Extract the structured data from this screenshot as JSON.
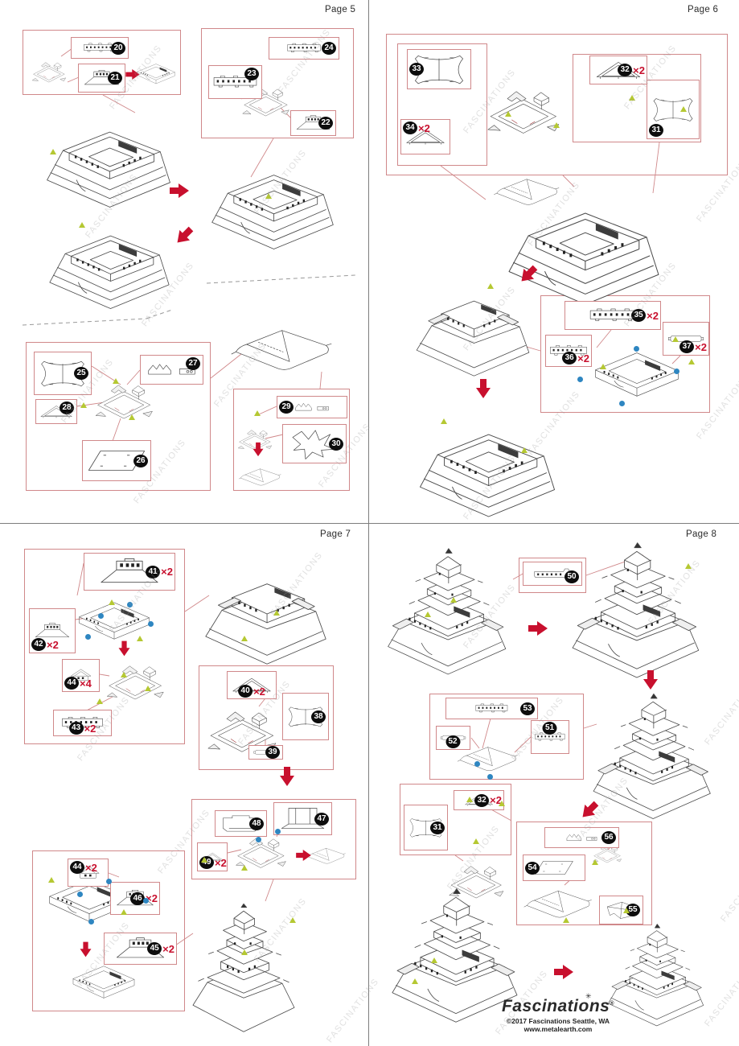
{
  "sheet": {
    "watermark": "FASCINATIONS"
  },
  "pages": [
    {
      "label": "Page 5",
      "callouts": [
        {
          "num": "20",
          "mult": ""
        },
        {
          "num": "21",
          "mult": ""
        },
        {
          "num": "24",
          "mult": ""
        },
        {
          "num": "23",
          "mult": ""
        },
        {
          "num": "22",
          "mult": ""
        },
        {
          "num": "25",
          "mult": ""
        },
        {
          "num": "27",
          "mult": ""
        },
        {
          "num": "28",
          "mult": ""
        },
        {
          "num": "26",
          "mult": ""
        },
        {
          "num": "29",
          "mult": ""
        },
        {
          "num": "30",
          "mult": ""
        }
      ]
    },
    {
      "label": "Page 6",
      "callouts": [
        {
          "num": "33",
          "mult": ""
        },
        {
          "num": "34",
          "mult": "×2"
        },
        {
          "num": "32",
          "mult": "×2"
        },
        {
          "num": "31",
          "mult": ""
        },
        {
          "num": "35",
          "mult": "×2"
        },
        {
          "num": "36",
          "mult": "×2"
        },
        {
          "num": "37",
          "mult": "×2"
        }
      ]
    },
    {
      "label": "Page 7",
      "callouts": [
        {
          "num": "41",
          "mult": "×2"
        },
        {
          "num": "42",
          "mult": "×2"
        },
        {
          "num": "44",
          "mult": "×4"
        },
        {
          "num": "43",
          "mult": "×2"
        },
        {
          "num": "40",
          "mult": "×2"
        },
        {
          "num": "38",
          "mult": ""
        },
        {
          "num": "39",
          "mult": ""
        },
        {
          "num": "48",
          "mult": ""
        },
        {
          "num": "47",
          "mult": ""
        },
        {
          "num": "49",
          "mult": "×2"
        },
        {
          "num": "44",
          "mult": "×2"
        },
        {
          "num": "46",
          "mult": "×2"
        },
        {
          "num": "45",
          "mult": "×2"
        }
      ]
    },
    {
      "label": "Page 8",
      "callouts": [
        {
          "num": "50",
          "mult": ""
        },
        {
          "num": "53",
          "mult": ""
        },
        {
          "num": "52",
          "mult": ""
        },
        {
          "num": "51",
          "mult": ""
        },
        {
          "num": "32",
          "mult": "×2"
        },
        {
          "num": "31",
          "mult": ""
        },
        {
          "num": "56",
          "mult": ""
        },
        {
          "num": "54",
          "mult": ""
        },
        {
          "num": "55",
          "mult": ""
        }
      ]
    }
  ],
  "footer": {
    "brand": "Fascinations",
    "reg": "®",
    "star": "✳",
    "copyright": "©2017 Fascinations Seattle, WA",
    "website": "www.metalearth.com"
  },
  "colors": {
    "callout_border": "#d0888a",
    "accent_red": "#c8102e",
    "tab_green": "#b5c832",
    "dot_blue": "#2e86c1",
    "line_art": "#4a4a4a"
  }
}
